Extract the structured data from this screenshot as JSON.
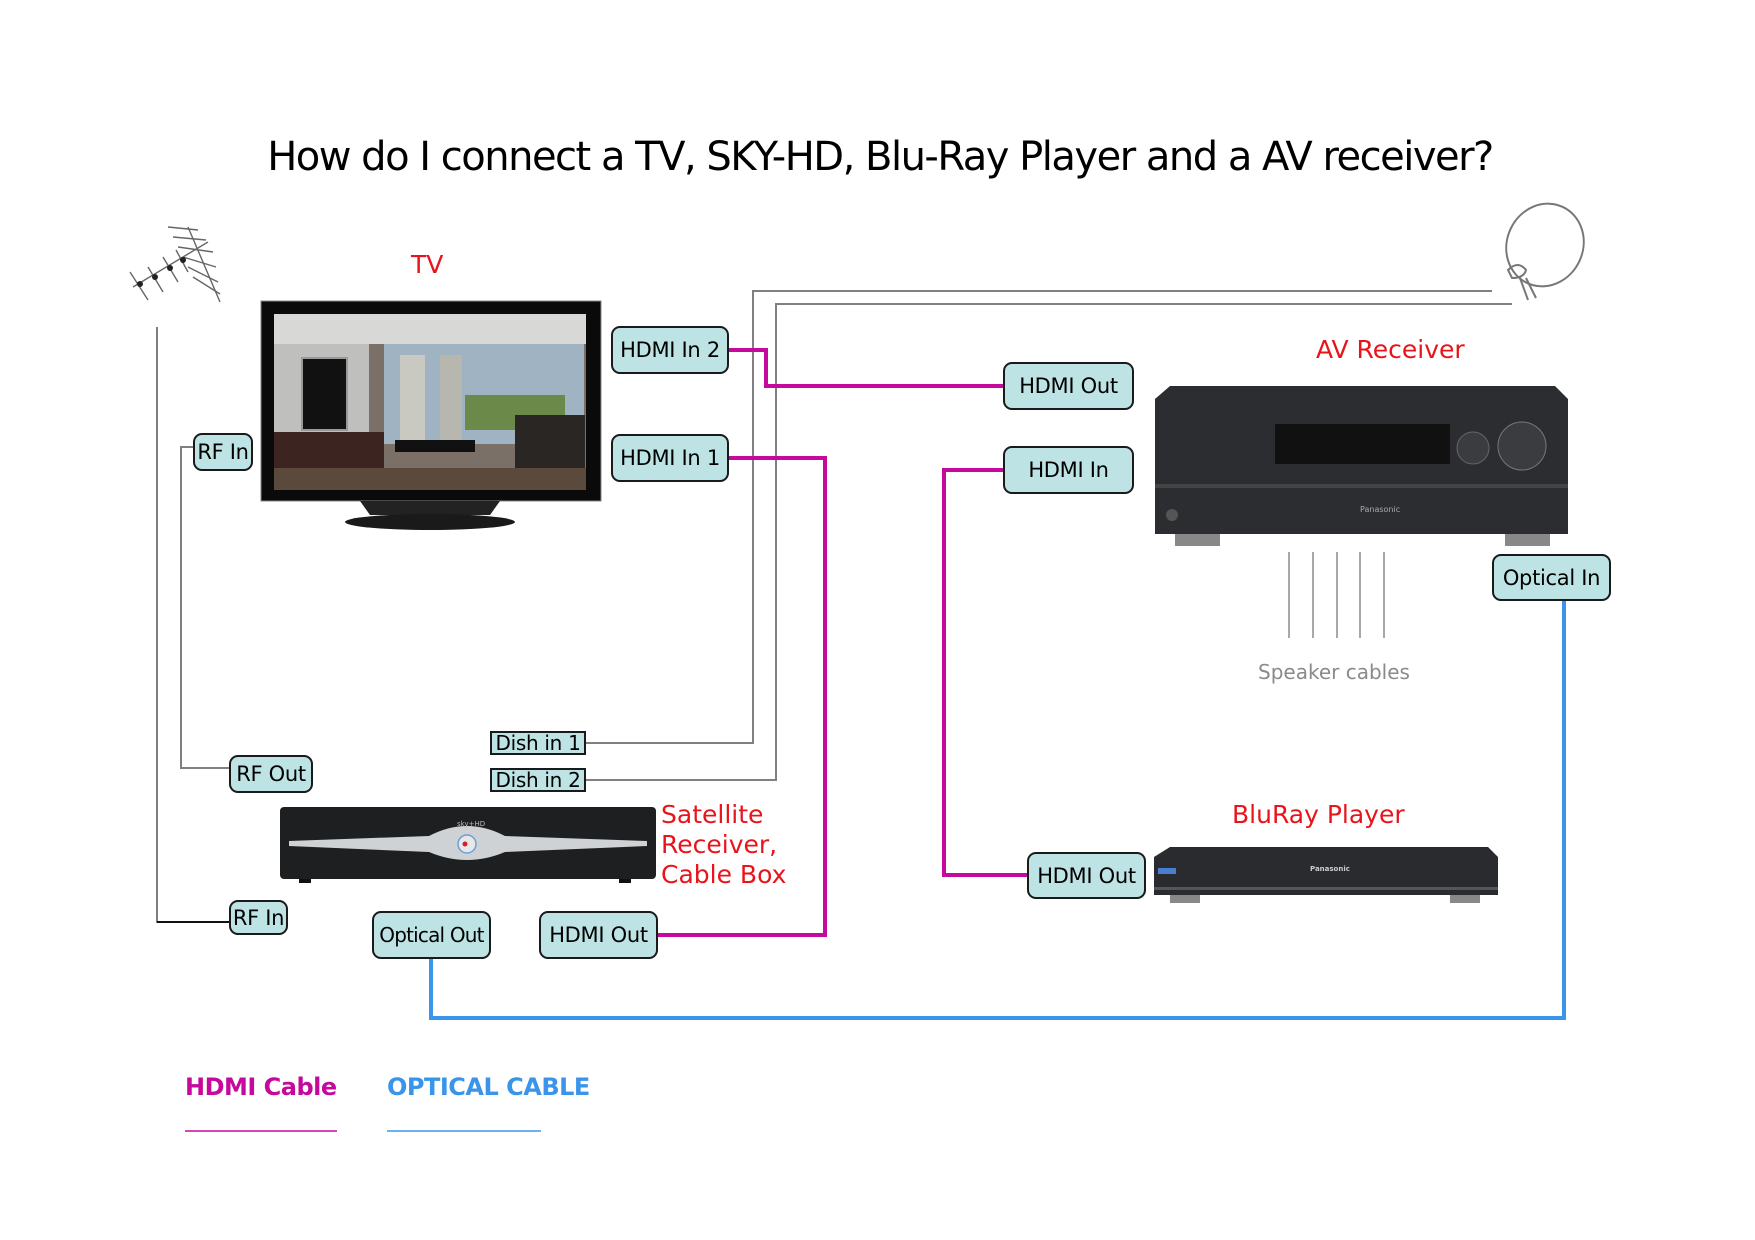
{
  "title": "How do I connect a TV, SKY-HD, Blu-Ray Player and a AV receiver?",
  "colors": {
    "hdmi": "#c5099d",
    "optical": "#3a95ea",
    "coax": "#808080",
    "device_label": "#e8141c",
    "port_fill": "#bde3e4"
  },
  "devices": {
    "tv": {
      "label": "TV",
      "ports": {
        "hdmi_in_2": "HDMI In 2",
        "hdmi_in_1": "HDMI In 1",
        "rf_in": "RF In"
      }
    },
    "av_receiver": {
      "label": "AV Receiver",
      "brand": "Panasonic",
      "ports": {
        "hdmi_out": "HDMI Out",
        "hdmi_in": "HDMI In",
        "optical_in": "Optical In"
      },
      "speaker_cables_label": "Speaker cables",
      "speaker_cable_count": 5
    },
    "satellite": {
      "label_lines": [
        "Satellite",
        "Receiver,",
        "Cable Box"
      ],
      "brand": "sky+HD",
      "ports": {
        "dish_in_1": "Dish in 1",
        "dish_in_2": "Dish in 2",
        "rf_out": "RF Out",
        "rf_in": "RF In",
        "optical_out": "Optical Out",
        "hdmi_out": "HDMI Out"
      }
    },
    "bluray": {
      "label": "BluRay Player",
      "brand": "Panasonic",
      "ports": {
        "hdmi_out": "HDMI Out"
      }
    }
  },
  "sources": {
    "antenna": "aerial-antenna",
    "dish": "satellite-dish"
  },
  "connections": [
    {
      "from": "tv.hdmi_in_2",
      "to": "av_receiver.hdmi_out",
      "type": "hdmi"
    },
    {
      "from": "tv.hdmi_in_1",
      "to": "satellite.hdmi_out",
      "type": "hdmi"
    },
    {
      "from": "av_receiver.hdmi_in",
      "to": "bluray.hdmi_out",
      "type": "hdmi"
    },
    {
      "from": "satellite.optical_out",
      "to": "av_receiver.optical_in",
      "type": "optical"
    },
    {
      "from": "dish",
      "to": "satellite.dish_in_1",
      "type": "coax"
    },
    {
      "from": "dish",
      "to": "satellite.dish_in_2",
      "type": "coax"
    },
    {
      "from": "satellite.rf_out",
      "to": "tv.rf_in",
      "type": "coax"
    },
    {
      "from": "antenna",
      "to": "satellite.rf_in",
      "type": "coax"
    }
  ],
  "legend": {
    "hdmi": "HDMI Cable",
    "optical": "OPTICAL CABLE"
  }
}
